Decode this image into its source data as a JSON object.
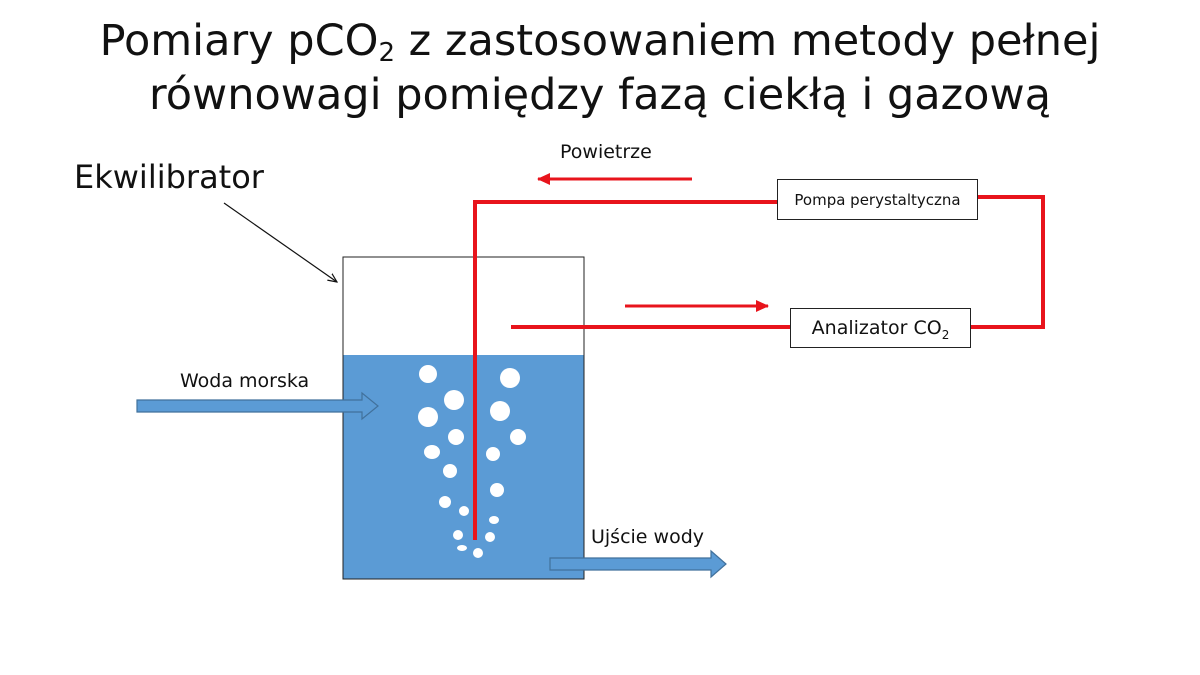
{
  "title": {
    "line1_before": "Pomiary pCO",
    "line1_sub": "2",
    "line1_after": " z zastosowaniem metody pełnej",
    "line2": "równowagi pomiędzy fazą ciekłą i gazową"
  },
  "labels": {
    "equilibrator": "Ekwilibrator",
    "air": "Powietrze",
    "seawater": "Woda morska",
    "water_outlet": "Ujście wody",
    "pump": "Pompa perystaltyczna",
    "analyzer_before": "Analizator CO",
    "analyzer_sub": "2"
  },
  "colors": {
    "water": "#5b9bd5",
    "tube": "#e8141c",
    "arrow_fill": "#5b9bd5",
    "arrow_stroke": "#41719c"
  }
}
